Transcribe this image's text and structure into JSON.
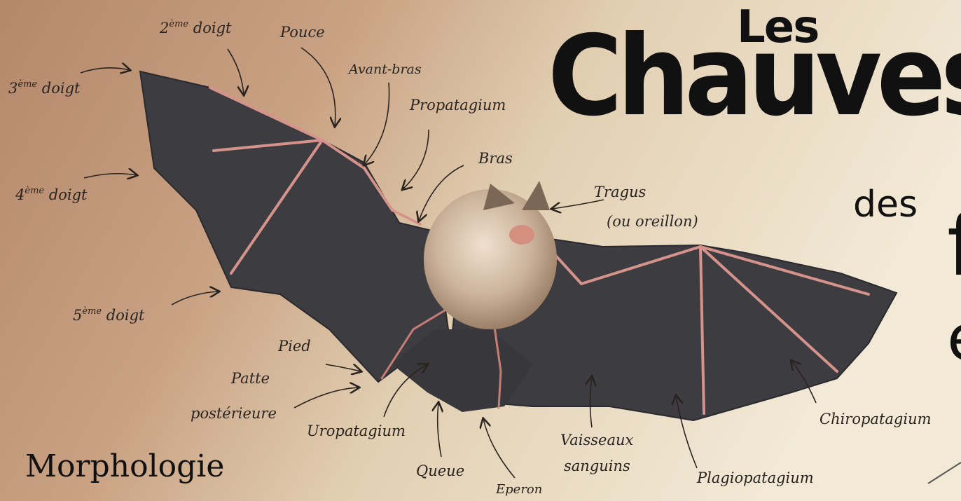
{
  "title": {
    "les": "Les",
    "main": "Chauves",
    "des": "des",
    "cut_letter_1": "f",
    "cut_letter_2": "é"
  },
  "subtitle": "Morphologie",
  "labels": {
    "doigt2_prefix": "2",
    "doigt2_sup": "ème",
    "doigt2_word": "doigt",
    "doigt3_prefix": "3",
    "doigt3_sup": "ème",
    "doigt3_word": "doigt",
    "doigt4_prefix": "4",
    "doigt4_sup": "ème",
    "doigt4_word": "doigt",
    "doigt5_prefix": "5",
    "doigt5_sup": "ème",
    "doigt5_word": "doigt",
    "pouce": "Pouce",
    "avant_bras": "Avant-bras",
    "propatagium": "Propatagium",
    "bras": "Bras",
    "tragus_1": "Tragus",
    "tragus_2": "(ou oreillon)",
    "pied": "Pied",
    "patte_1": "Patte",
    "patte_2": "postérieure",
    "uropatagium": "Uropatagium",
    "queue": "Queue",
    "eperon": "Eperon",
    "vaisseaux_1": "Vaisseaux",
    "vaisseaux_2": "sanguins",
    "plagiopatagium": "Plagiopatagium",
    "chiropatagium": "Chiropatagium"
  },
  "colors": {
    "parchment_left": "#b88a6a",
    "parchment_right": "#efe3cc",
    "membrane": "#3b3a3e",
    "fur": "#cdb7a0",
    "bone": "#d98c86",
    "ink": "#2a2420"
  }
}
